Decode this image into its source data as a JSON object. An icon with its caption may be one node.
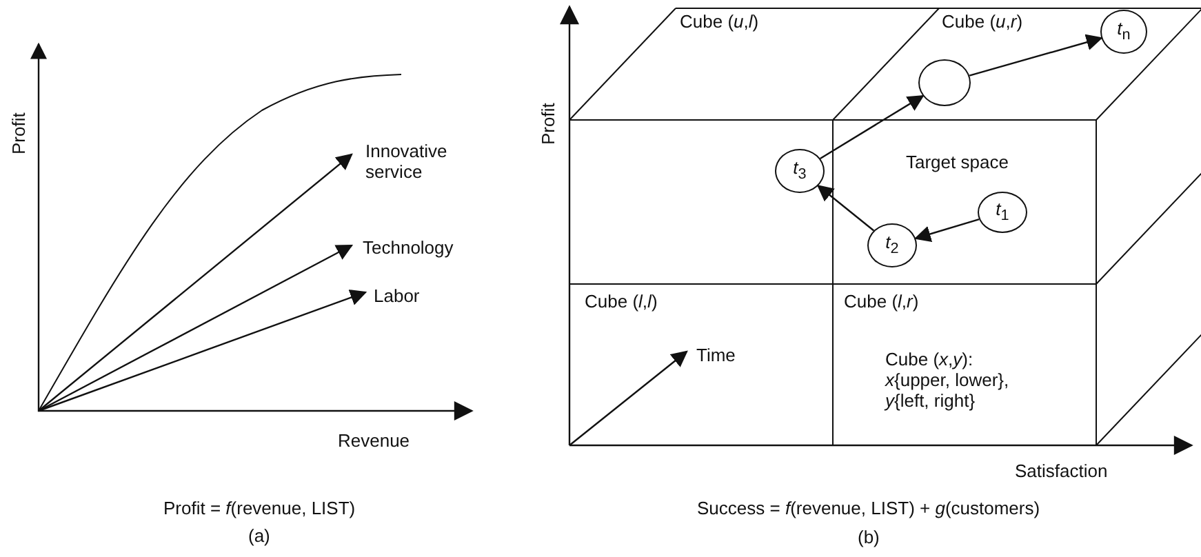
{
  "diagram": {
    "nodes": [
      {
        "text": [
          "*t*$_{1}$"
        ]
      },
      {
        "text": [
          "*t*$_{2}$"
        ]
      },
      {
        "text": [
          "*t*$_{3}$"
        ]
      },
      {
        "text": [],
        "shape": "circle"
      },
      {
        "text": [
          "*t*$_{n}$"
        ]
      }
    ],
    "edges": [
      {
        "from": 0,
        "to": 1,
        "arrow": "to"
      },
      {
        "from": 1,
        "to": 2,
        "arrow": "to"
      },
      {
        "from": 2,
        "to": 3,
        "arrow": "to"
      },
      {
        "from": 3,
        "to": 4,
        "arrow": "to"
      }
    ],
    "labels": [
      "Profit",
      "Innovative service",
      "Technology",
      "Labor",
      "Revenue",
      "Profit = *f*(revenue, LIST)",
      "(a)",
      "Profit",
      "Cube (*u*,*l*)",
      "Cube (*u*,*r*)",
      "Target space",
      "Cube (*l*,*l*)",
      "Cube (*l*,*r*)",
      "Time",
      "Cube (*x*,*y*): *x*{upper, lower}, *y*{left, right}",
      "Satisfaction",
      "Success = *f*(revenue, LIST) + *g*(customers)",
      "(b)"
    ]
  }
}
